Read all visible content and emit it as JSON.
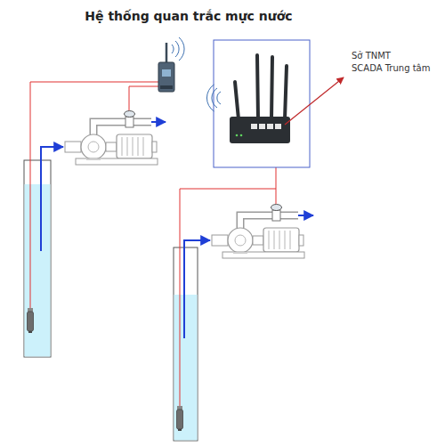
{
  "diagram": {
    "title": "Hệ thống quan trắc mực nước",
    "labels": [
      "Sở TNMT",
      "SCADA Trung tâm"
    ]
  }
}
